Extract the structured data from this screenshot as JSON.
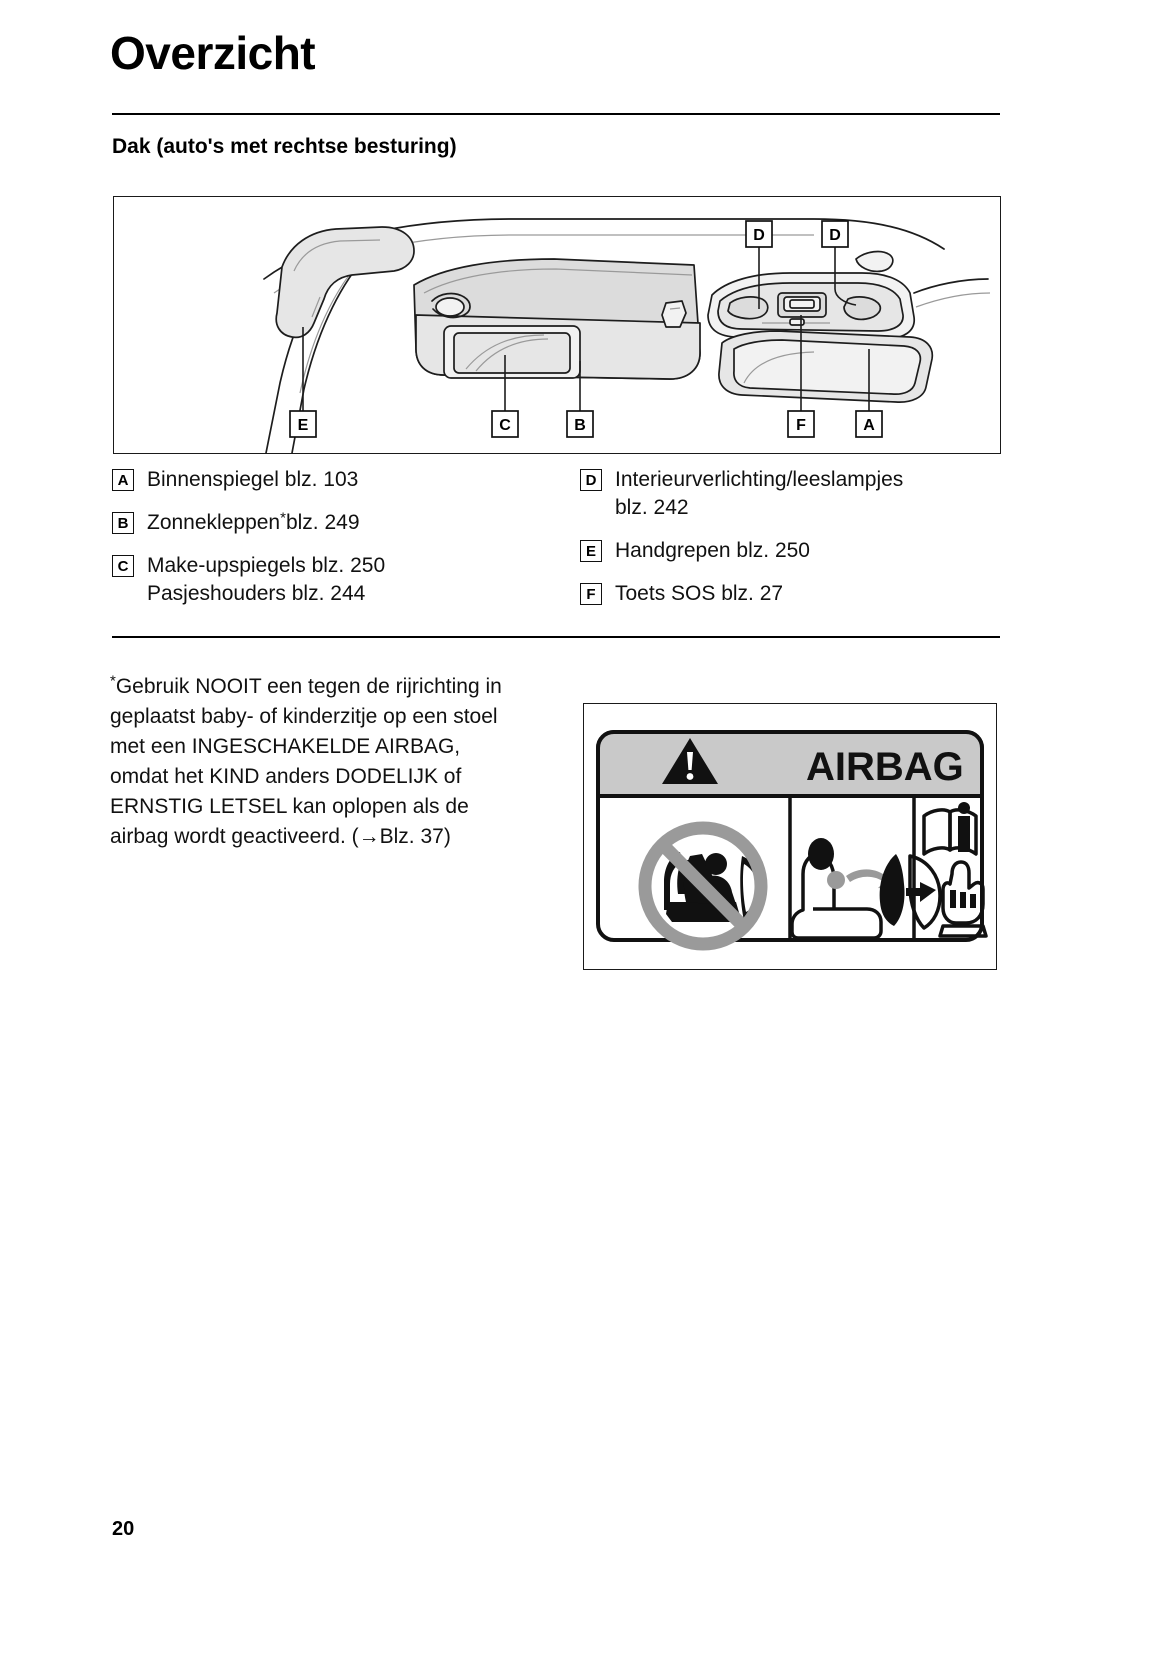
{
  "document": {
    "title": "Overzicht",
    "section_title": "Dak (auto's met rechtse besturing)",
    "page_number": "20"
  },
  "figure": {
    "name": "roof-overview-illustration",
    "callouts": [
      {
        "id": "D",
        "label": "D"
      },
      {
        "id": "D2",
        "label": "D"
      },
      {
        "id": "E",
        "label": "E"
      },
      {
        "id": "C",
        "label": "C"
      },
      {
        "id": "B",
        "label": "B"
      },
      {
        "id": "F",
        "label": "F"
      },
      {
        "id": "A",
        "label": "A"
      }
    ]
  },
  "legend": {
    "left": [
      {
        "key": "A",
        "line1": "Binnenspiegel blz. 103",
        "line2": ""
      },
      {
        "key": "B",
        "line1": "Zonnekleppen",
        "marker": "*",
        "line1b": "blz. 249",
        "line2": ""
      },
      {
        "key": "C",
        "line1": "Make-upspiegels blz. 250",
        "line2": "Pasjeshouders blz. 244"
      }
    ],
    "right": [
      {
        "key": "D",
        "line1": "Interieurverlichting/leeslampjes",
        "line2": "blz. 242"
      },
      {
        "key": "E",
        "line1": "Handgrepen blz. 250",
        "line2": ""
      },
      {
        "key": "F",
        "line1": "Toets SOS blz. 27",
        "line2": ""
      }
    ]
  },
  "footnote": {
    "marker": "*",
    "text": "Gebruik NOOIT een tegen de rijrichting in geplaatst baby- of kinderzitje op een stoel met een INGESCHAKELDE AIRBAG, omdat het KIND anders DODELIJK of ERNSTIG LETSEL kan oplopen als de airbag wordt geactiveerd. (→Blz. 37)"
  },
  "airbag_label": {
    "heading": "AIRBAG",
    "panels": [
      {
        "name": "no-rear-facing-child-seat"
      },
      {
        "name": "airbag-deployment-warning"
      },
      {
        "name": "consult-manual"
      }
    ],
    "colors": {
      "header_bg": "#c9c9c9",
      "prohibition": "#9a9a9a",
      "outline": "#111111"
    }
  }
}
